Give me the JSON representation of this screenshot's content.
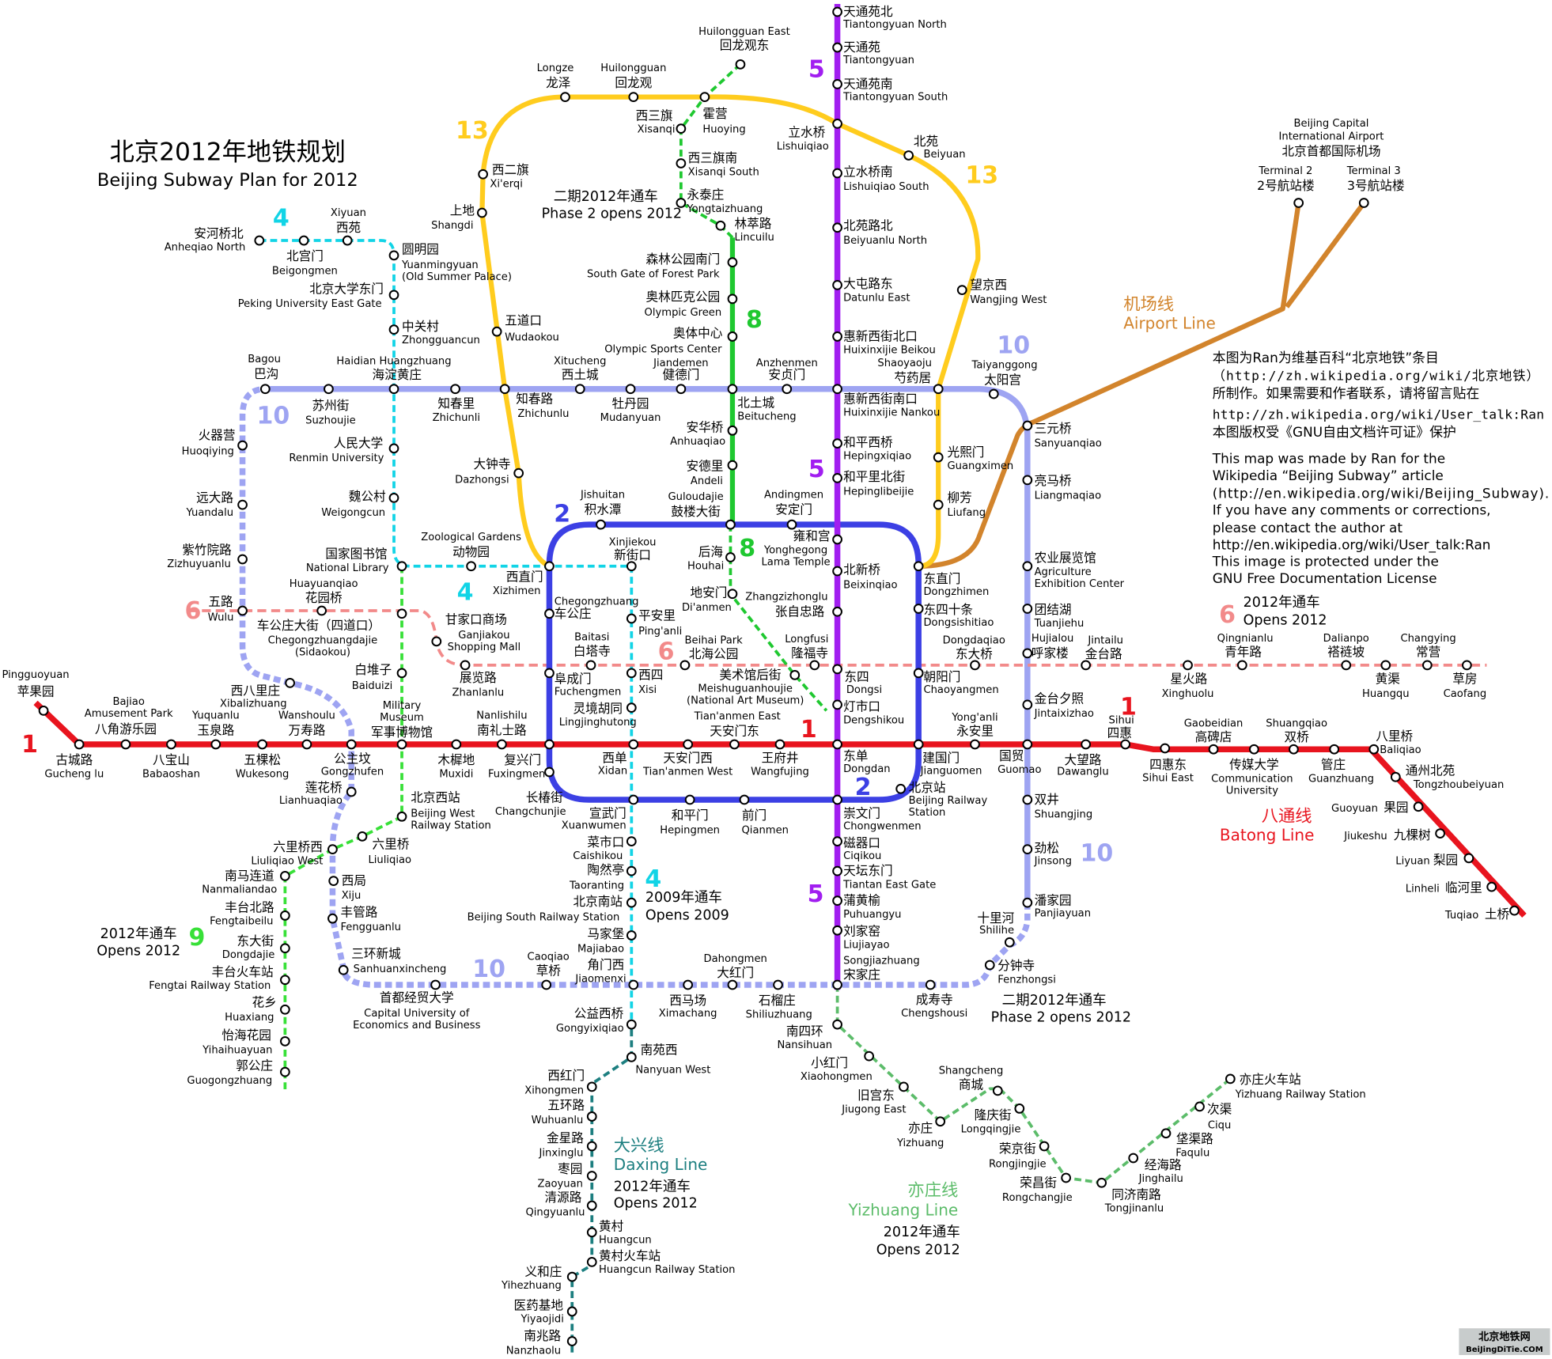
{
  "title": {
    "zh": "北京2012年地铁规划",
    "en": "Beijing Subway Plan for 2012"
  },
  "colors": {
    "line1": "#e8141e",
    "line2": "#3c40e4",
    "line4": "#12d4e6",
    "line5": "#a11ef0",
    "line6": "#f28a8a",
    "line8": "#1fc830",
    "line9": "#38e038",
    "line10": "#9ea4f2",
    "line13": "#ffcc1e",
    "airport": "#d2842c",
    "batong": "#e8141e",
    "daxing": "#1d7f80",
    "yizhuang": "#5cbc6a"
  },
  "line_numbers": {
    "l1": "1",
    "l2": "2",
    "l4": "4",
    "l5": "5",
    "l6": "6",
    "l8": "8",
    "l9": "9",
    "l10": "10",
    "l13": "13"
  },
  "notes": {
    "phase2_zh": "二期2012年通车",
    "phase2_en": "Phase 2 opens 2012",
    "opens2012_zh": "2012年通车",
    "opens2012_en": "Opens 2012",
    "opens2009_zh": "2009年通车",
    "opens2009_en": "Opens 2009"
  },
  "line_names": {
    "airport_zh": "机场线",
    "airport_en": "Airport Line",
    "batong_zh": "八通线",
    "batong_en": "Batong Line",
    "daxing_zh": "大兴线",
    "daxing_en": "Daxing Line",
    "yizhuang_zh": "亦庄线",
    "yizhuang_en": "Yizhuang Line"
  },
  "airport": {
    "en1": "Beijing Capital",
    "en2": "International Airport",
    "zh": "北京首都国际机场"
  },
  "copyright": {
    "zh": [
      "本图为Ran为维基百科“北京地铁”条目",
      "（http://zh.wikipedia.org/wiki/北京地铁）",
      "所制作。如果需要和作者联系，请将留言贴在",
      "http://zh.wikipedia.org/wiki/User_talk:Ran",
      "本图版权受《GNU自由文档许可证》保护"
    ],
    "en": [
      "This map was made by Ran for the",
      "Wikipedia “Beijing Subway” article",
      "(http://en.wikipedia.org/wiki/Beijing_Subway).",
      "If you have any comments or corrections,",
      "please contact the author at",
      "http://en.wikipedia.org/wiki/User_talk:Ran",
      "This image is protected under the",
      "GNU Free Documentation License"
    ]
  },
  "logo": {
    "zh": "北京地铁网",
    "en": "BeiJingDiTie.COM"
  },
  "stations": [
    {
      "zh": "苹果园",
      "en": "Pingguoyuan"
    },
    {
      "zh": "古城路",
      "en": "Gucheng lu"
    },
    {
      "zh": "八角游乐园",
      "en": [
        "Bajiao",
        "Amusement Park"
      ]
    },
    {
      "zh": "八宝山",
      "en": "Babaoshan"
    },
    {
      "zh": "玉泉路",
      "en": "Yuquanlu"
    },
    {
      "zh": "五棵松",
      "en": "Wukesong"
    },
    {
      "zh": "万寿路",
      "en": "Wanshoulu"
    },
    {
      "zh": "公主坟",
      "en": "Gongzhufen"
    },
    {
      "zh": "军事博物馆",
      "en": [
        "Military",
        "Museum"
      ]
    },
    {
      "zh": "木樨地",
      "en": "Muxidi"
    },
    {
      "zh": "南礼士路",
      "en": "Nanlishilu"
    },
    {
      "zh": "复兴门",
      "en": "Fuxingmen"
    },
    {
      "zh": "西单",
      "en": "Xidan"
    },
    {
      "zh": "天安门西",
      "en": "Tian'anmen West"
    },
    {
      "zh": "天安门东",
      "en": "Tian'anmen East"
    },
    {
      "zh": "王府井",
      "en": "Wangfujing"
    },
    {
      "zh": "东单",
      "en": "Dongdan"
    },
    {
      "zh": "建国门",
      "en": "Jianguomen"
    },
    {
      "zh": "永安里",
      "en": "Yong'anli"
    },
    {
      "zh": "国贸",
      "en": "Guomao"
    },
    {
      "zh": "大望路",
      "en": "Dawanglu"
    },
    {
      "zh": "四惠",
      "en": "Sihui"
    },
    {
      "zh": "四惠东",
      "en": "Sihui East"
    },
    {
      "zh": "高碑店",
      "en": "Gaobeidian"
    },
    {
      "zh": "传媒大学",
      "en": [
        "Communication",
        "University"
      ]
    },
    {
      "zh": "双桥",
      "en": "Shuangqiao"
    },
    {
      "zh": "管庄",
      "en": "Guanzhuang"
    },
    {
      "zh": "八里桥",
      "en": "Baliqiao"
    },
    {
      "zh": "通州北苑",
      "en": "Tongzhoubeiyuan"
    },
    {
      "zh": "果园",
      "en": "Guoyuan"
    },
    {
      "zh": "九棵树",
      "en": "Jiukeshu"
    },
    {
      "zh": "梨园",
      "en": "Liyuan"
    },
    {
      "zh": "临河里",
      "en": "Linheli"
    },
    {
      "zh": "土桥",
      "en": "Tuqiao"
    },
    {
      "zh": "积水潭",
      "en": "Jishuitan"
    },
    {
      "zh": "鼓楼大街",
      "en": "Guloudajie"
    },
    {
      "zh": "安定门",
      "en": "Andingmen"
    },
    {
      "zh": "雍和宫",
      "en": [
        "Yonghegong",
        "Lama Temple"
      ]
    },
    {
      "zh": "东直门",
      "en": "Dongzhimen"
    },
    {
      "zh": "东四十条",
      "en": "Dongsishitiao"
    },
    {
      "zh": "朝阳门",
      "en": "Chaoyangmen"
    },
    {
      "zh": "北京站",
      "en": [
        "Beijing Railway",
        "Station"
      ]
    },
    {
      "zh": "崇文门",
      "en": "Chongwenmen"
    },
    {
      "zh": "前门",
      "en": "Qianmen"
    },
    {
      "zh": "和平门",
      "en": "Hepingmen"
    },
    {
      "zh": "宣武门",
      "en": "Xuanwumen"
    },
    {
      "zh": "长椿街",
      "en": "Changchunjie"
    },
    {
      "zh": "阜成门",
      "en": "Fuchengmen"
    },
    {
      "zh": "车公庄",
      "en": "Chegongzhuang"
    },
    {
      "zh": "西直门",
      "en": "Xizhimen"
    },
    {
      "zh": "天通苑北",
      "en": "Tiantongyuan North"
    },
    {
      "zh": "天通苑",
      "en": "Tiantongyuan"
    },
    {
      "zh": "天通苑南",
      "en": "Tiantongyuan South"
    },
    {
      "zh": "立水桥",
      "en": "Lishuiqiao"
    },
    {
      "zh": "立水桥南",
      "en": "Lishuiqiao South"
    },
    {
      "zh": "北苑路北",
      "en": "Beiyuanlu North"
    },
    {
      "zh": "大屯路东",
      "en": "Datunlu East"
    },
    {
      "zh": "惠新西街北口",
      "en": "Huixinxijie Beikou"
    },
    {
      "zh": "惠新西街南口",
      "en": "Huixinxijie Nankou"
    },
    {
      "zh": "和平西桥",
      "en": "Hepingxiqiao"
    },
    {
      "zh": "和平里北街",
      "en": "Hepinglibeijie"
    },
    {
      "zh": "北新桥",
      "en": "Beixinqiao"
    },
    {
      "zh": "张自忠路",
      "en": "Zhangzizhonglu"
    },
    {
      "zh": "东四",
      "en": "Dongsi"
    },
    {
      "zh": "灯市口",
      "en": "Dengshikou"
    },
    {
      "zh": "磁器口",
      "en": "Ciqikou"
    },
    {
      "zh": "天坛东门",
      "en": "Tiantan East Gate"
    },
    {
      "zh": "蒲黄榆",
      "en": "Puhuangyu"
    },
    {
      "zh": "刘家窑",
      "en": "Liujiayao"
    },
    {
      "zh": "宋家庄",
      "en": "Songjiazhuang"
    },
    {
      "zh": "大钟寺",
      "en": "Dazhongsi"
    },
    {
      "zh": "知春路",
      "en": "Zhichunlu"
    },
    {
      "zh": "五道口",
      "en": "Wudaokou"
    },
    {
      "zh": "上地",
      "en": "Shangdi"
    },
    {
      "zh": "西二旗",
      "en": "Xi'erqi"
    },
    {
      "zh": "龙泽",
      "en": "Longze"
    },
    {
      "zh": "回龙观",
      "en": "Huilongguan"
    },
    {
      "zh": "霍营",
      "en": "Huoying"
    },
    {
      "zh": "北苑",
      "en": "Beiyuan"
    },
    {
      "zh": "望京西",
      "en": "Wangjing West"
    },
    {
      "zh": "芍药居",
      "en": "Shaoyaoju"
    },
    {
      "zh": "光熙门",
      "en": "Guangximen"
    },
    {
      "zh": "柳芳",
      "en": "Liufang"
    },
    {
      "zh": "巴沟",
      "en": "Bagou"
    },
    {
      "zh": "苏州街",
      "en": "Suzhoujie"
    },
    {
      "zh": "海淀黄庄",
      "en": "Haidian Huangzhuang"
    },
    {
      "zh": "知春里",
      "en": "Zhichunli"
    },
    {
      "zh": "西土城",
      "en": "Xitucheng"
    },
    {
      "zh": "牡丹园",
      "en": "Mudanyuan"
    },
    {
      "zh": "健德门",
      "en": "Jiandemen"
    },
    {
      "zh": "北土城",
      "en": "Beitucheng"
    },
    {
      "zh": "安贞门",
      "en": "Anzhenmen"
    },
    {
      "zh": "太阳宫",
      "en": "Taiyanggong"
    },
    {
      "zh": "三元桥",
      "en": "Sanyuanqiao"
    },
    {
      "zh": "亮马桥",
      "en": "Liangmaqiao"
    },
    {
      "zh": "农业展览馆",
      "en": [
        "Agriculture",
        "Exhibition Center"
      ]
    },
    {
      "zh": "团结湖",
      "en": "Tuanjiehu"
    },
    {
      "zh": "呼家楼",
      "en": "Hujialou"
    },
    {
      "zh": "金台夕照",
      "en": "Jintaixizhao"
    },
    {
      "zh": "双井",
      "en": "Shuangjing"
    },
    {
      "zh": "劲松",
      "en": "Jinsong"
    },
    {
      "zh": "潘家园",
      "en": "Panjiayuan"
    },
    {
      "zh": "十里河",
      "en": "Shilihe"
    },
    {
      "zh": "分钟寺",
      "en": "Fenzhongsi"
    },
    {
      "zh": "成寿寺",
      "en": "Chengshousi"
    },
    {
      "zh": "石榴庄",
      "en": "Shiliuzhuang"
    },
    {
      "zh": "大红门",
      "en": "Dahongmen"
    },
    {
      "zh": "西马场",
      "en": "Ximachang"
    },
    {
      "zh": "角门西",
      "en": "Jiaomenxi"
    },
    {
      "zh": "草桥",
      "en": "Caoqiao"
    },
    {
      "zh": "三环新城",
      "en": "Sanhuanxincheng"
    },
    {
      "zh": "丰管路",
      "en": "Fengguanlu"
    },
    {
      "zh": "西局",
      "en": "Xiju"
    },
    {
      "zh": "莲花桥",
      "en": "Lianhuaqiao"
    },
    {
      "zh": "西八里庄",
      "en": "Xibalizhuang"
    },
    {
      "zh": "五路",
      "en": "Wulu"
    },
    {
      "zh": "紫竹院路",
      "en": "Zizhuyuanlu"
    },
    {
      "zh": "远大路",
      "en": "Yuandalu"
    },
    {
      "zh": "火器营",
      "en": "Huoqiying"
    },
    {
      "zh": "首都经贸大学",
      "en": [
        "Capital University of",
        "Economics and Business"
      ]
    },
    {
      "zh": "安河桥北",
      "en": "Anheqiao North"
    },
    {
      "zh": "北宫门",
      "en": "Beigongmen"
    },
    {
      "zh": "西苑",
      "en": "Xiyuan"
    },
    {
      "zh": "圆明园",
      "en": [
        "Yuanmingyuan",
        "(Old Summer Palace)"
      ]
    },
    {
      "zh": "北京大学东门",
      "en": "Peking University East Gate"
    },
    {
      "zh": "中关村",
      "en": "Zhongguancun"
    },
    {
      "zh": "人民大学",
      "en": "Renmin University"
    },
    {
      "zh": "魏公村",
      "en": "Weigongcun"
    },
    {
      "zh": "国家图书馆",
      "en": "National Library"
    },
    {
      "zh": "动物园",
      "en": "Zoological Gardens"
    },
    {
      "zh": "新街口",
      "en": "Xinjiekou"
    },
    {
      "zh": "平安里",
      "en": "Ping'anli"
    },
    {
      "zh": "西四",
      "en": "Xisi"
    },
    {
      "zh": "灵境胡同",
      "en": "Lingjinghutong"
    },
    {
      "zh": "菜市口",
      "en": "Caishikou"
    },
    {
      "zh": "陶然亭",
      "en": "Taoranting"
    },
    {
      "zh": "北京南站",
      "en": "Beijing South Railway Station"
    },
    {
      "zh": "马家堡",
      "en": "Majiabao"
    },
    {
      "zh": "公益西桥",
      "en": "Gongyixiqiao"
    },
    {
      "zh": "南苑西",
      "en": "Nanyuan West"
    },
    {
      "zh": "西红门",
      "en": "Xihongmen"
    },
    {
      "zh": "五环路",
      "en": "Wuhuanlu"
    },
    {
      "zh": "金星路",
      "en": "Jinxinglu"
    },
    {
      "zh": "枣园",
      "en": "Zaoyuan"
    },
    {
      "zh": "清源路",
      "en": "Qingyuanlu"
    },
    {
      "zh": "黄村",
      "en": "Huangcun"
    },
    {
      "zh": "黄村火车站",
      "en": "Huangcun Railway Station"
    },
    {
      "zh": "义和庄",
      "en": "Yihezhuang"
    },
    {
      "zh": "医药基地",
      "en": "Yiyaojidi"
    },
    {
      "zh": "南兆路",
      "en": "Nanzhaolu"
    },
    {
      "zh": "回龙观东",
      "en": "Huilongguan East"
    },
    {
      "zh": "西三旗",
      "en": "Xisanqi"
    },
    {
      "zh": "西三旗南",
      "en": "Xisanqi South"
    },
    {
      "zh": "永泰庄",
      "en": "Yongtaizhuang"
    },
    {
      "zh": "林萃路",
      "en": "Lincuilu"
    },
    {
      "zh": "森林公园南门",
      "en": "South Gate of Forest Park"
    },
    {
      "zh": "奥林匹克公园",
      "en": "Olympic Green"
    },
    {
      "zh": "奥体中心",
      "en": "Olympic Sports Center"
    },
    {
      "zh": "安华桥",
      "en": "Anhuaqiao"
    },
    {
      "zh": "安德里",
      "en": "Andeli"
    },
    {
      "zh": "后海",
      "en": "Houhai"
    },
    {
      "zh": "地安门",
      "en": "Di'anmen"
    },
    {
      "zh": "美术馆后街",
      "en": [
        "Meishuguanhoujie",
        "(National Art Museum)"
      ]
    },
    {
      "zh": "车公庄大街（四道口）",
      "en": [
        "Chegongzhuangdajie",
        "(Sidaokou)"
      ]
    },
    {
      "zh": "花园桥",
      "en": "Huayuanqiao"
    },
    {
      "zh": "白堆子",
      "en": "Baiduizi"
    },
    {
      "zh": "甘家口商场",
      "en": [
        "Ganjiakou",
        "Shopping Mall"
      ]
    },
    {
      "zh": "展览路",
      "en": "Zhanlanlu"
    },
    {
      "zh": "白塔寺",
      "en": "Baitasi"
    },
    {
      "zh": "北海公园",
      "en": "Beihai Park"
    },
    {
      "zh": "隆福寺",
      "en": "Longfusi"
    },
    {
      "zh": "东大桥",
      "en": "Dongdaqiao"
    },
    {
      "zh": "金台路",
      "en": "Jintailu"
    },
    {
      "zh": "星火路",
      "en": "Xinghuolu"
    },
    {
      "zh": "青年路",
      "en": "Qingnianlu"
    },
    {
      "zh": "褡裢坡",
      "en": "Dalianpo"
    },
    {
      "zh": "黄渠",
      "en": "Huangqu"
    },
    {
      "zh": "常营",
      "en": "Changying"
    },
    {
      "zh": "草房",
      "en": "Caofang"
    },
    {
      "zh": "北京西站",
      "en": [
        "Beijing West",
        "Railway Station"
      ]
    },
    {
      "zh": "六里桥",
      "en": "Liuliqiao"
    },
    {
      "zh": "六里桥西",
      "en": "Liuliqiao West"
    },
    {
      "zh": "南马连道",
      "en": "Nanmaliandao"
    },
    {
      "zh": "丰台北路",
      "en": "Fengtaibeilu"
    },
    {
      "zh": "东大街",
      "en": "Dongdajie"
    },
    {
      "zh": "丰台火车站",
      "en": "Fengtai Railway Station"
    },
    {
      "zh": "花乡",
      "en": "Huaxiang"
    },
    {
      "zh": "怡海花园",
      "en": "Yihaihuayuan"
    },
    {
      "zh": "郭公庄",
      "en": "Guogongzhuang"
    },
    {
      "zh": "2号航站楼",
      "en": "Terminal 2"
    },
    {
      "zh": "3号航站楼",
      "en": "Terminal 3"
    },
    {
      "zh": "南四环",
      "en": "Nansihuan"
    },
    {
      "zh": "小红门",
      "en": "Xiaohongmen"
    },
    {
      "zh": "旧宫东",
      "en": "Jiugong East"
    },
    {
      "zh": "亦庄",
      "en": "Yizhuang"
    },
    {
      "zh": "隆庆街",
      "en": "Longqingjie"
    },
    {
      "zh": "荣京街",
      "en": "Rongjingjie"
    },
    {
      "zh": "荣昌街",
      "en": "Rongchangjie"
    },
    {
      "zh": "同济南路",
      "en": "Tongjinanlu"
    },
    {
      "zh": "经海路",
      "en": "Jinghailu"
    },
    {
      "zh": "垡渠路",
      "en": "Faqulu"
    },
    {
      "zh": "次渠",
      "en": "Ciqu"
    },
    {
      "zh": "亦庄火车站",
      "en": "Yizhuang Railway Station"
    },
    {
      "zh": "商城",
      "en": "Shangcheng"
    }
  ]
}
